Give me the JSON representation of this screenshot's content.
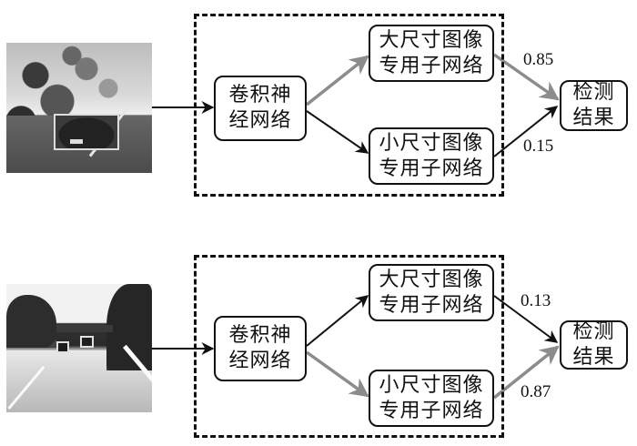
{
  "figure": {
    "panels": [
      {
        "id": "top",
        "input_image": "car-closeup-photo",
        "cnn_label_lines": [
          "卷积神",
          "经网络"
        ],
        "large_subnet_lines": [
          "大尺寸图像",
          "专用子网络"
        ],
        "small_subnet_lines": [
          "小尺寸图像",
          "专用子网络"
        ],
        "result_lines": [
          "检测",
          "结果"
        ],
        "weight_large": "0.85",
        "weight_small": "0.15",
        "highlighted_path": "large"
      },
      {
        "id": "bottom",
        "input_image": "highway-distant-cars-photo",
        "cnn_label_lines": [
          "卷积神",
          "经网络"
        ],
        "large_subnet_lines": [
          "大尺寸图像",
          "专用子网络"
        ],
        "small_subnet_lines": [
          "小尺寸图像",
          "专用子网络"
        ],
        "result_lines": [
          "检测",
          "结果"
        ],
        "weight_large": "0.13",
        "weight_small": "0.87",
        "highlighted_path": "small"
      }
    ],
    "colors": {
      "active_path": "#8c8c8c",
      "inactive_path": "#111111",
      "box_border": "#111111"
    }
  }
}
